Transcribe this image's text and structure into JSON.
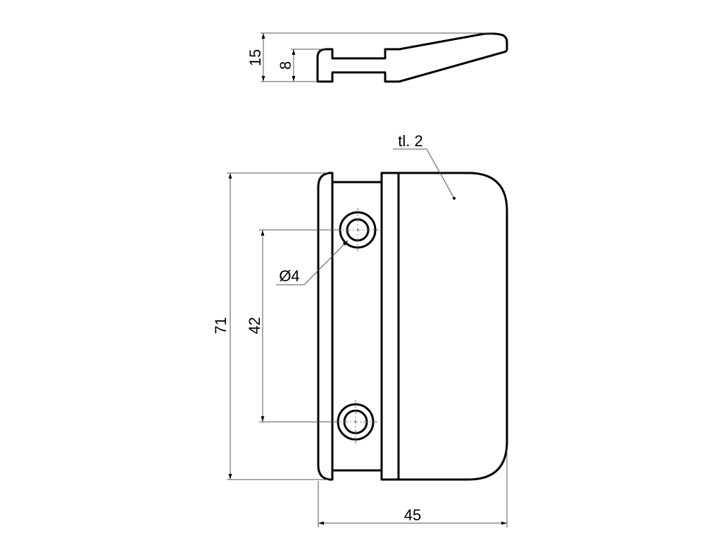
{
  "drawing": {
    "side_view": {
      "dim_total_height": "15",
      "dim_slot_height": "8"
    },
    "front_view": {
      "dim_height": "71",
      "dim_hole_spacing": "42",
      "dim_width": "45",
      "hole_diameter": "Ø4",
      "thickness_note": "tl. 2"
    },
    "colors": {
      "line": "#000000",
      "dimension": "#555555",
      "background": "#ffffff"
    }
  }
}
